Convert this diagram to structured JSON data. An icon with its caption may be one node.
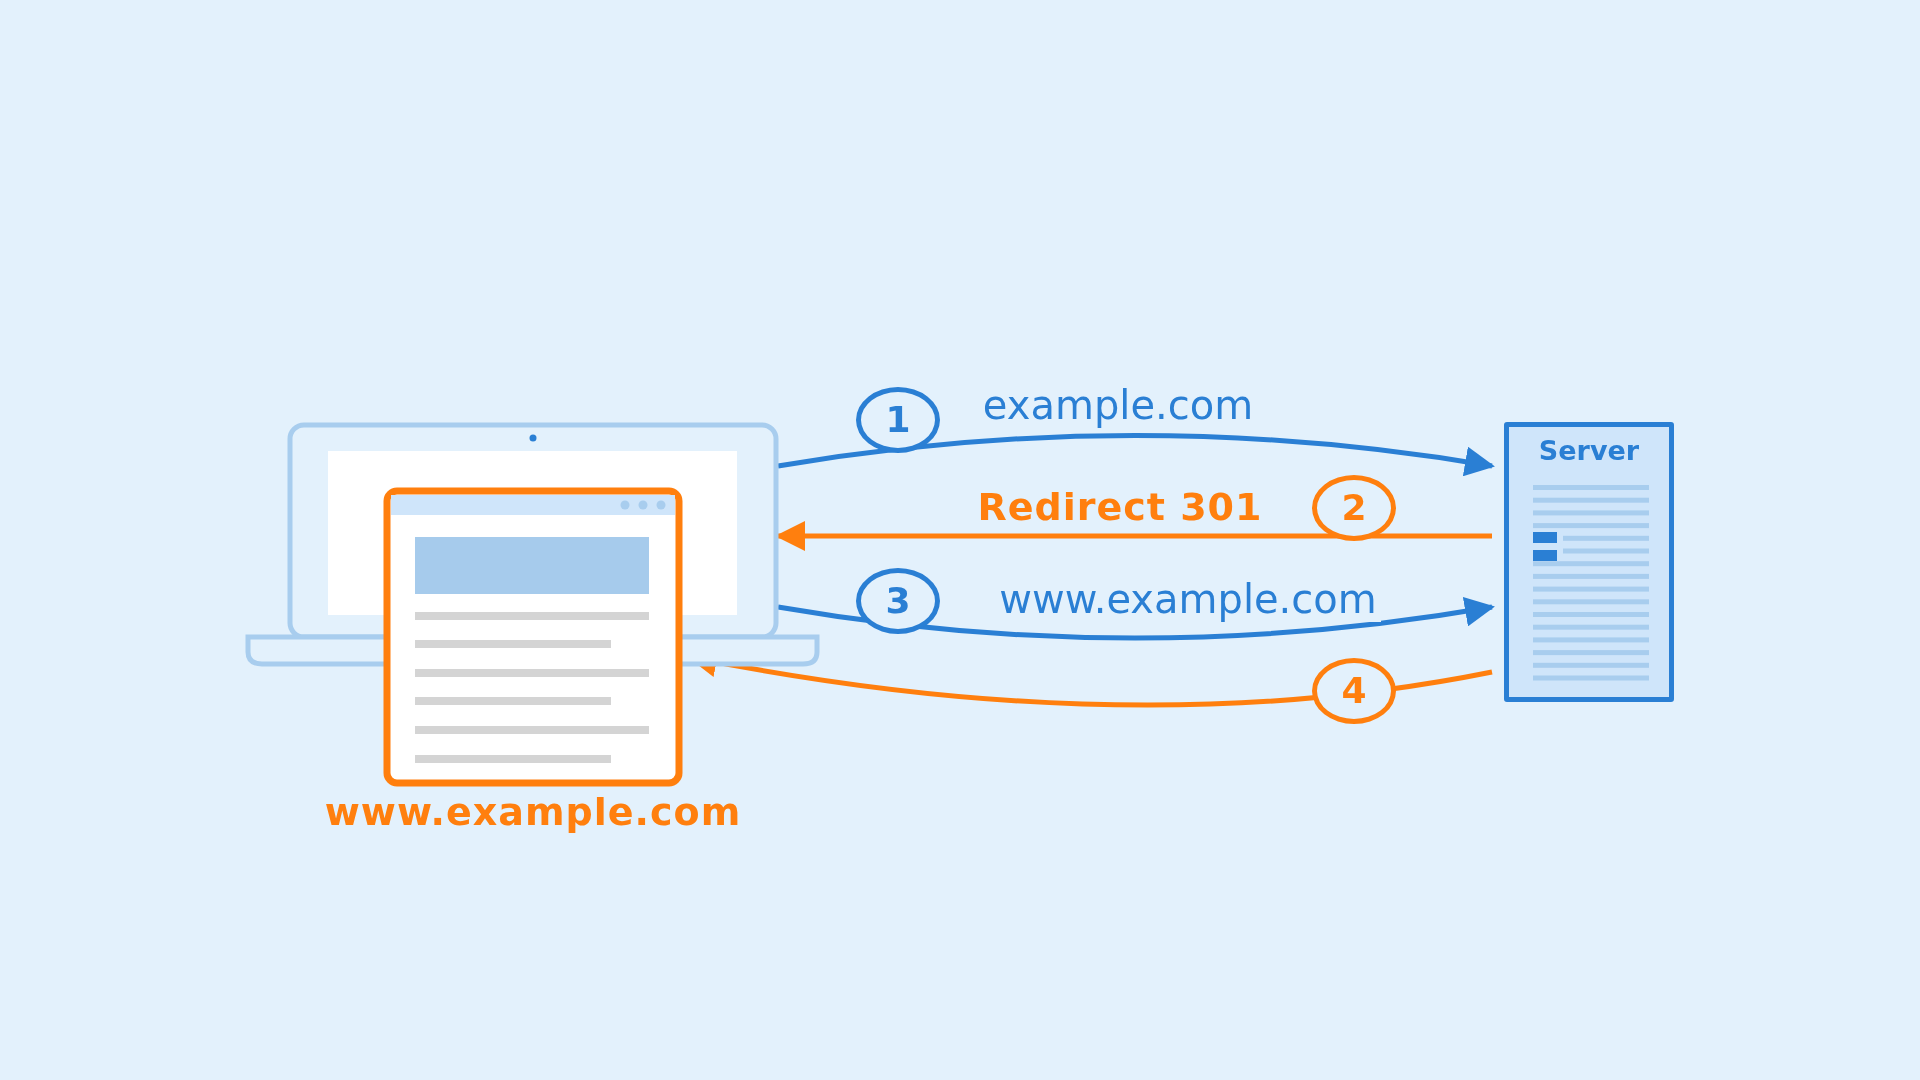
{
  "diagram": {
    "nodes": [
      {
        "text": [],
        "shape": "picture"
      },
      {
        "text": [],
        "shape": "picture",
        "beside": [
          "www.example.com"
        ]
      },
      {
        "text": [
          "Server"
        ]
      }
    ],
    "edges": [
      {
        "from": 0,
        "to": 2,
        "arrow": "to",
        "label": "example.com",
        "color": "#2a7fd4"
      },
      {
        "from": 2,
        "to": 0,
        "arrow": "to",
        "label": "Redirect 301",
        "color": "#ff7f0e"
      },
      {
        "from": 0,
        "to": 2,
        "arrow": "to",
        "label": "www.example.com",
        "color": "#2a7fd4"
      },
      {
        "from": 2,
        "to": 1,
        "arrow": "to",
        "color": "#ff7f0e"
      }
    ],
    "labels": [
      "1",
      "2",
      "3",
      "4"
    ]
  }
}
